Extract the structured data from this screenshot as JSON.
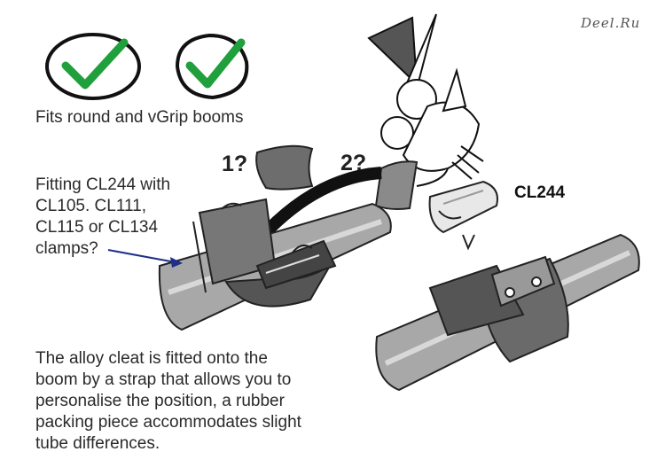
{
  "watermark": "Deel.Ru",
  "fits_caption": "Fits  round and vGrip booms",
  "fitting_question": {
    "lines": [
      "Fitting CL244 with",
      "CL105. CL111,",
      "CL115 or CL134",
      "clamps?"
    ]
  },
  "product_label": "CL244",
  "steps": {
    "step1": "1?",
    "step2": "2?"
  },
  "description": {
    "lines": [
      "The  alloy cleat is fitted onto the",
      "boom by a strap that allows you  to",
      "personalise the position, a rubber",
      "packing piece accommodates  slight",
      "tube differences."
    ]
  },
  "colors": {
    "check": "#1fa03c",
    "outline": "#111111",
    "tube": "#a8a8a8",
    "strap": "#555555",
    "arrow": "#111111",
    "pointer": "#1f2f8a"
  },
  "icons": [
    "check-round-icon",
    "check-vgrip-icon",
    "scissors-icon",
    "rubber-piece-icon",
    "cleat-icon"
  ]
}
